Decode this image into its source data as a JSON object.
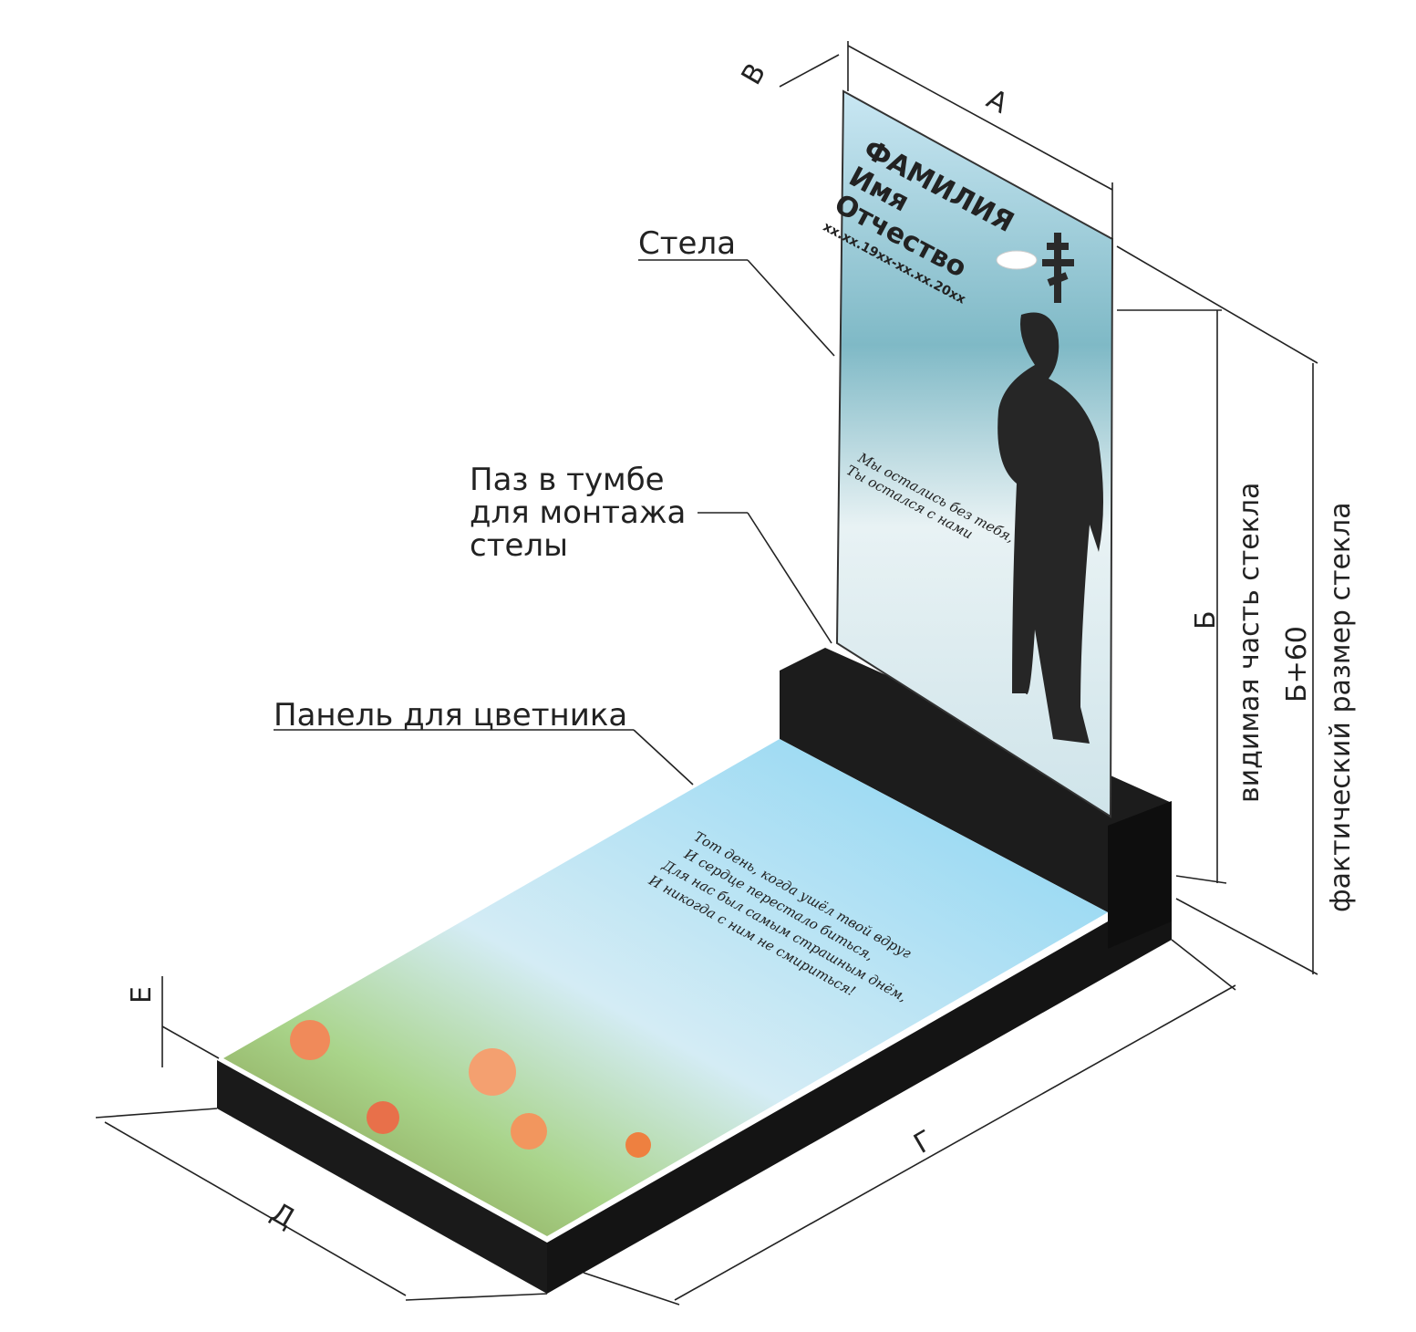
{
  "labels": {
    "stele": "Стела",
    "groove": [
      "Паз в тумбе",
      "для монтажа",
      "стелы"
    ],
    "flower_panel": "Панель для цветника"
  },
  "dimensions": {
    "a": "А",
    "b_small": "В",
    "b": "Б",
    "visible_glass": "видимая часть стекла",
    "b_plus": "Б+60",
    "actual_glass": "фактический размер стекла",
    "g": "Г",
    "d": "Д",
    "e": "Е"
  },
  "stele": {
    "surname": "ФАМИЛИЯ",
    "name": "Имя",
    "patronymic": "Отчество",
    "dates": "хх.хх.19хх-хх.хх.20хх",
    "epitaph": [
      "Мы остались без тебя,",
      "Ты остался с нами"
    ]
  },
  "panel": {
    "poem": [
      "Тот день, когда ушёл твой вдруг",
      "И сердце перестало биться,",
      "Для нас был самым страшным днём,",
      "И никогда с ним не смириться!"
    ]
  },
  "colors": {
    "granite": "#1a1a1a",
    "sky": "#8fd3f0",
    "sky_light": "#d6eef7",
    "teal": "#2f8a95"
  }
}
